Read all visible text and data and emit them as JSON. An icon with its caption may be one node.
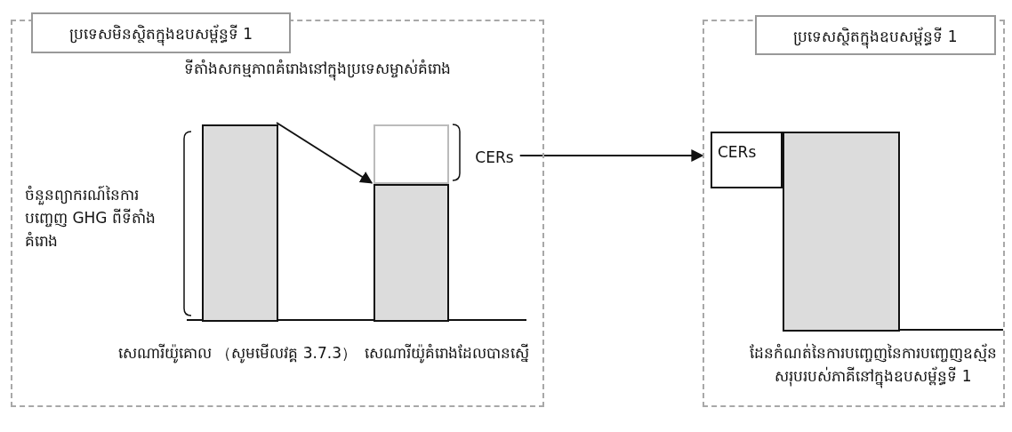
{
  "diagram": {
    "nodes": [
      {
        "text": [
          "ប្រទេសមិនស្ថិតក្នុងឧបសម្ព័ន្ធទី 1",
          "ទីតាំងសកម្មភាពគំរោងនៅក្នុងប្រទេសម្ចាស់គំរោង"
        ]
      },
      {
        "text": [],
        "shape": "bar",
        "in": 0,
        "beside": [
          "សេណារីយ៉ូគោល （សូមមើលវគ្គ 3.7.3）"
        ]
      },
      {
        "text": [],
        "shape": "box",
        "in": 0
      },
      {
        "text": [],
        "shape": "bar",
        "in": 0,
        "beside": [
          "សេណារីយ៉ូគំរោងដែលបានស្នើ"
        ]
      },
      {
        "text": [
          "CERs"
        ],
        "in": 0
      },
      {
        "text": [
          "ប្រទេសស្ថិតក្នុងឧបសម្ព័ន្ធទី 1"
        ]
      },
      {
        "text": [
          "CERs"
        ],
        "in": 5
      },
      {
        "text": [],
        "shape": "bar",
        "in": 5,
        "beside": [
          "ដែនកំណត់នៃការបញ្ចេញនៃការបញ្ចេញឧស្ម័នសរុបរបស់ភាគីនៅក្នុងឧបសម្ព័ន្ធទី 1"
        ]
      }
    ],
    "edges": [
      {
        "from": 1,
        "to": 3,
        "arrow": "to"
      },
      {
        "from": 4,
        "to": 5,
        "arrow": "to"
      }
    ],
    "labels": [
      "ចំនួនព្យាករណ៍នៃការបញ្ចេញ GHG ពីទីតាំងគំរោង"
    ]
  }
}
